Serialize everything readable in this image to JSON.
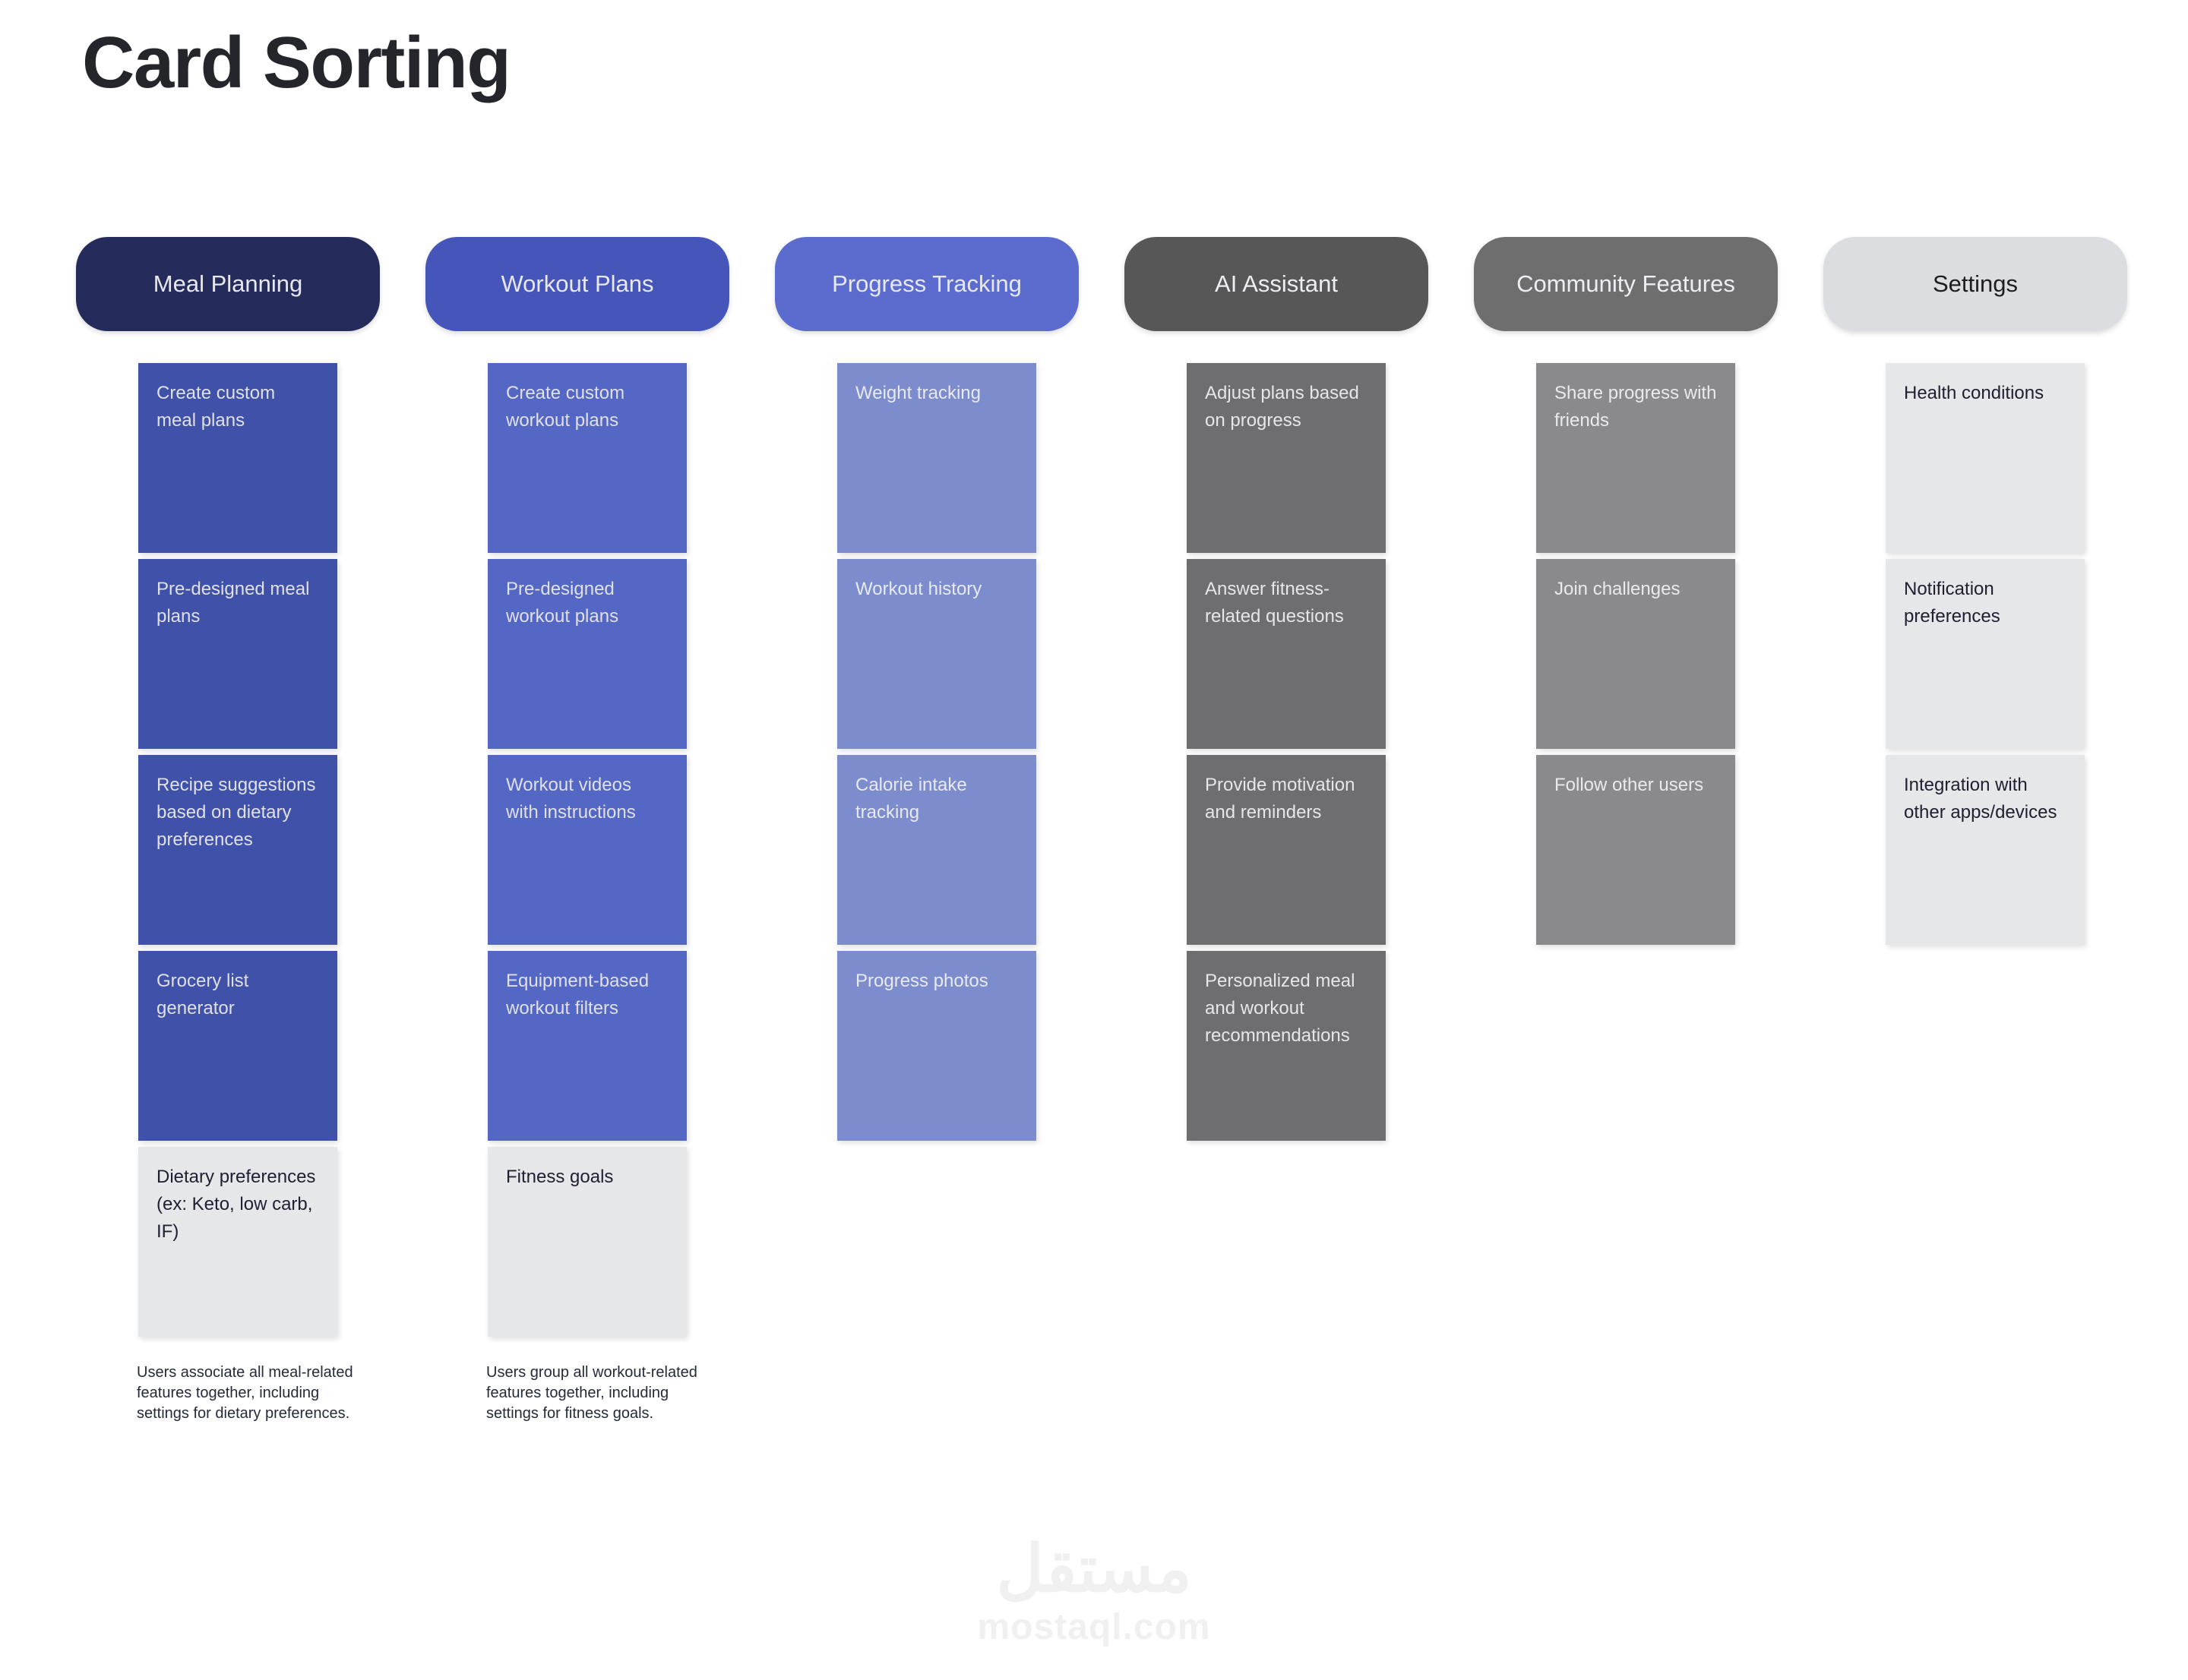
{
  "page": {
    "title": "Card Sorting",
    "background_color": "#ffffff"
  },
  "watermark": {
    "arabic": "مستقل",
    "domain": "mostaql.com",
    "color": "#f0f0f0"
  },
  "columns": [
    {
      "id": "meal-planning",
      "header": "Meal Planning",
      "header_color": "#252c5c",
      "header_text_color": "#e6e8ee",
      "card_color": "#3f51a8",
      "card_text_color": "#dfe1e6",
      "cards": [
        {
          "label": "Create custom meal plans",
          "color": "#3f51a8",
          "text_color": "#dfe1e6",
          "variant": "category"
        },
        {
          "label": "Pre-designed meal plans",
          "color": "#3f51a8",
          "text_color": "#dfe1e6",
          "variant": "category"
        },
        {
          "label": "Recipe suggestions based on dietary preferences",
          "color": "#3f51a8",
          "text_color": "#dfe1e6",
          "variant": "category"
        },
        {
          "label": "Grocery list generator",
          "color": "#3f51a8",
          "text_color": "#dfe1e6",
          "variant": "category"
        },
        {
          "label": "Dietary preferences (ex: Keto, low carb, IF)",
          "color": "#e6e7e9",
          "text_color": "#1d2030",
          "variant": "settings"
        }
      ],
      "note": "Users associate all meal-related features together, including settings for dietary preferences."
    },
    {
      "id": "workout-plans",
      "header": "Workout Plans",
      "header_color": "#4555ba",
      "header_text_color": "#e6e8ee",
      "card_color": "#5567c4",
      "card_text_color": "#dfe1e6",
      "cards": [
        {
          "label": "Create custom workout plans",
          "color": "#5567c4",
          "text_color": "#dfe1e6",
          "variant": "category"
        },
        {
          "label": "Pre-designed workout plans",
          "color": "#5567c4",
          "text_color": "#dfe1e6",
          "variant": "category"
        },
        {
          "label": "Workout videos with instructions",
          "color": "#5567c4",
          "text_color": "#dfe1e6",
          "variant": "category"
        },
        {
          "label": "Equipment-based workout filters",
          "color": "#5567c4",
          "text_color": "#dfe1e6",
          "variant": "category"
        },
        {
          "label": "Fitness goals",
          "color": "#e6e7e9",
          "text_color": "#1d2030",
          "variant": "settings"
        }
      ],
      "note": "Users group all workout-related features together, including settings for fitness goals."
    },
    {
      "id": "progress-tracking",
      "header": "Progress Tracking",
      "header_color": "#5c6cce",
      "header_text_color": "#e6e8ee",
      "card_color": "#7c8ccd",
      "card_text_color": "#e8eaf2",
      "cards": [
        {
          "label": "Weight tracking",
          "color": "#7c8ccd",
          "text_color": "#e8eaf2",
          "variant": "category"
        },
        {
          "label": "Workout history",
          "color": "#7c8ccd",
          "text_color": "#e8eaf2",
          "variant": "category"
        },
        {
          "label": "Calorie intake tracking",
          "color": "#7c8ccd",
          "text_color": "#e8eaf2",
          "variant": "category"
        },
        {
          "label": "Progress photos",
          "color": "#7c8ccd",
          "text_color": "#e8eaf2",
          "variant": "category"
        }
      ],
      "note": ""
    },
    {
      "id": "ai-assistant",
      "header": "AI Assistant",
      "header_color": "#575757",
      "header_text_color": "#eceef2",
      "card_color": "#6e6e70",
      "card_text_color": "#e4e6ea",
      "cards": [
        {
          "label": "Adjust plans based on progress",
          "color": "#6e6e70",
          "text_color": "#e4e6ea",
          "variant": "category"
        },
        {
          "label": "Answer fitness-related questions",
          "color": "#6e6e70",
          "text_color": "#e4e6ea",
          "variant": "category"
        },
        {
          "label": "Provide motivation and reminders",
          "color": "#6e6e70",
          "text_color": "#e4e6ea",
          "variant": "category"
        },
        {
          "label": "Personalized meal and workout recommendations",
          "color": "#6e6e70",
          "text_color": "#e4e6ea",
          "variant": "category"
        }
      ],
      "note": ""
    },
    {
      "id": "community-features",
      "header": "Community Features",
      "header_color": "#6e6e6e",
      "header_text_color": "#eceef2",
      "card_color": "#8a8a8d",
      "card_text_color": "#e8eaee",
      "cards": [
        {
          "label": "Share progress with friends",
          "color": "#8a8a8d",
          "text_color": "#e8eaee",
          "variant": "category"
        },
        {
          "label": "Join challenges",
          "color": "#8a8a8d",
          "text_color": "#e8eaee",
          "variant": "category"
        },
        {
          "label": "Follow other users",
          "color": "#8a8a8d",
          "text_color": "#e8eaee",
          "variant": "category"
        }
      ],
      "note": ""
    },
    {
      "id": "settings",
      "header": "Settings",
      "header_color": "#dcdde0",
      "header_text_color": "#1d1d1f",
      "card_color": "#e6e7e9",
      "card_text_color": "#1d2030",
      "cards": [
        {
          "label": "Health conditions",
          "color": "#e6e7e9",
          "text_color": "#1d2030",
          "variant": "settings"
        },
        {
          "label": "Notification preferences",
          "color": "#e6e7e9",
          "text_color": "#1d2030",
          "variant": "settings"
        },
        {
          "label": "Integration with other apps/devices",
          "color": "#e6e7e9",
          "text_color": "#1d2030",
          "variant": "settings"
        }
      ],
      "note": ""
    }
  ]
}
